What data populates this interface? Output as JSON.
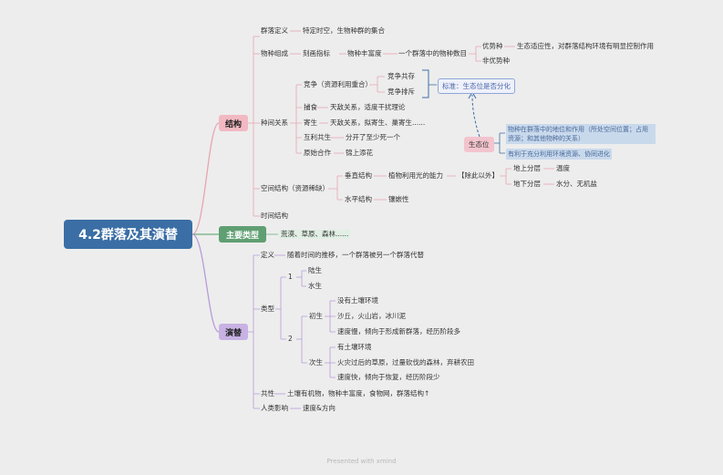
{
  "root": "4.2群落及其演替",
  "structure": {
    "label": "结构",
    "community_def": {
      "label": "群落定义",
      "value": "特定时空，生物种群的集合"
    },
    "species": {
      "label": "物种组成",
      "index": "刻画指标",
      "richness": "物种丰富度",
      "richness_def": "一个群落中的物种数目",
      "dominant": "优势种",
      "dominant_def": "生态适应性，对群落结构环境有明显控制作用",
      "nondominant": "非优势种"
    },
    "interspecific": {
      "label": "种间关系",
      "competition": "竞争（资源利用重合）",
      "coexist": "竞争共存",
      "exclude": "竞争排斥",
      "standard": "标准：生态位是否分化",
      "predation": "捕食",
      "predation_v": "天敌关系，适度干扰理论",
      "parasitism": "寄生",
      "parasitism_v": "天敌关系，拟寄生、巢寄生......",
      "mutualism": "互利共生",
      "mutualism_v": "分开了至少死一个",
      "protocoop": "原始合作",
      "protocoop_v": "锦上添花",
      "niche": "生态位",
      "niche_a": "物种在群落中的地位和作用（所处空间位置；占用资源；和其他物种的关系）",
      "niche_b": "有利于充分利用环境资源、协同进化"
    },
    "spatial": {
      "label": "空间结构（资源稀缺）",
      "vertical": "垂直结构",
      "vertical_v": "植物利用光的能力",
      "extra": "【除此以外】",
      "above": "地上分层",
      "above_v": "温度",
      "below": "地下分层",
      "below_v": "水分、无机盐",
      "horizontal": "水平结构",
      "horizontal_v": "镶嵌性"
    },
    "time": "时间结构"
  },
  "types": {
    "label": "主要类型",
    "value": "荒漠、草原、森林......"
  },
  "succession": {
    "label": "演替",
    "def_label": "定义",
    "def_value": "随着时间的推移，一个群落被另一个群落代替",
    "type_label": "类型",
    "n1": "1",
    "land": "陆生",
    "water": "水生",
    "n2": "2",
    "primary": "初生",
    "p1": "没有土壤环境",
    "p2": "沙丘，火山岩，冰川泥",
    "p3": "速度慢，倾向于形成新群落，经历阶段多",
    "secondary": "次生",
    "s1": "有土壤环境",
    "s2": "火灾过后的草原，过量砍伐的森林，弃耕农田",
    "s3": "速度快，倾向于恢复，经历阶段少",
    "common_label": "共性",
    "common_value": "土壤有机物，物种丰富度，食物网，群落结构↑",
    "human_label": "人类影响",
    "human_value": "速度&方向"
  },
  "footer": "Presented with xmind",
  "colors": {
    "root": "#3a6ea5",
    "structure": "#f2b9c3",
    "types": "#5f9f72",
    "succession": "#c8b2e4"
  }
}
